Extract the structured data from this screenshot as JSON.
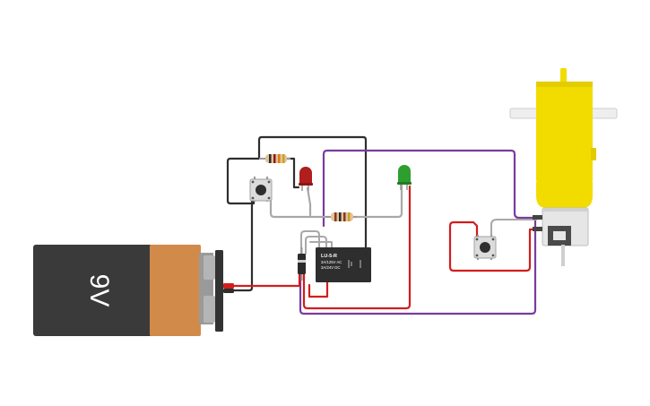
{
  "battery": {
    "label": "9V",
    "colors": {
      "body": "#3a3a3a",
      "cap": "#d18a4a",
      "terminal": "#9a9a9a"
    }
  },
  "relay": {
    "model": "LU-5-R",
    "spec_ac": "3A/125V AC",
    "spec_dc": "3A/24V DC"
  },
  "leds": [
    {
      "name": "red-led",
      "color": "#b01e1e"
    },
    {
      "name": "green-led",
      "color": "#2e9e2e"
    }
  ],
  "motor": {
    "body_color": "#f2dc00",
    "shaft_color": "#eeeeee"
  },
  "wire_colors": {
    "black": "#2e2e2e",
    "red": "#d21d1d",
    "purple": "#7a3b9e",
    "gray": "#a8a8a8"
  }
}
